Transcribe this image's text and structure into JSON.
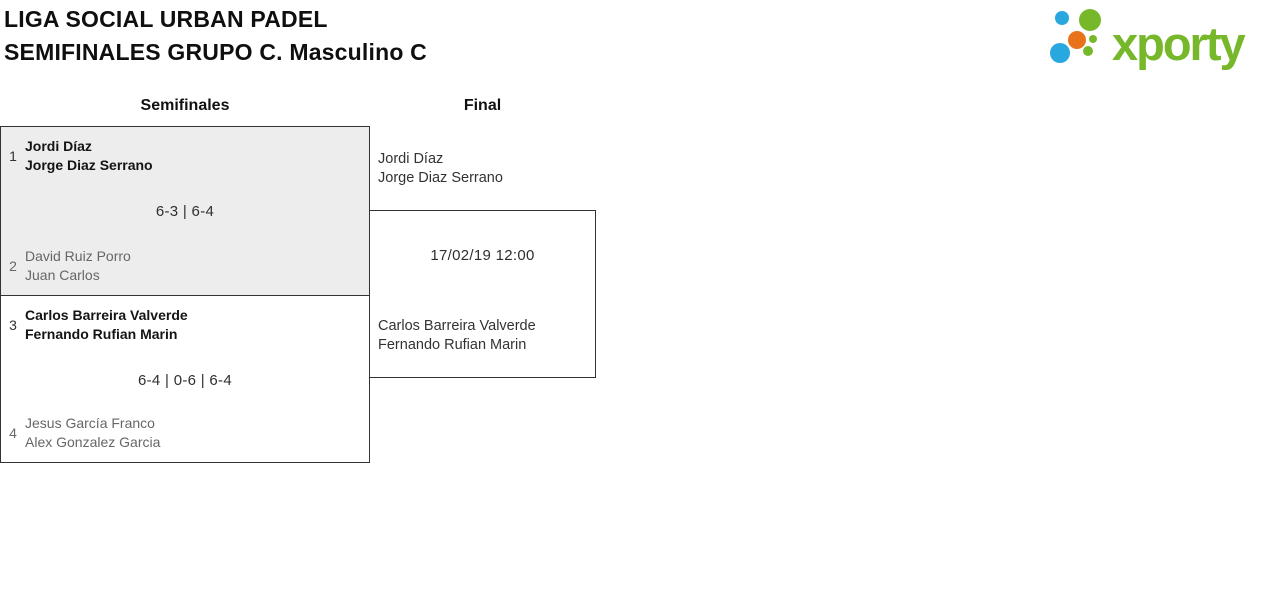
{
  "title": {
    "line1": "LIGA SOCIAL URBAN PADEL",
    "line2": "SEMIFINALES GRUPO C. Masculino C"
  },
  "logo": {
    "text": "xporty"
  },
  "rounds": {
    "semifinals_label": "Semifinales",
    "final_label": "Final"
  },
  "semifinals": [
    {
      "top": {
        "seed": "1",
        "players": [
          "Jordi Díaz",
          "Jorge Diaz Serrano"
        ]
      },
      "score": "6-3 | 6-4",
      "bottom": {
        "seed": "2",
        "players": [
          "David Ruiz Porro",
          "Juan Carlos"
        ]
      }
    },
    {
      "top": {
        "seed": "3",
        "players": [
          "Carlos Barreira Valverde",
          "Fernando Rufian Marin"
        ]
      },
      "score": "6-4 | 0-6 | 6-4",
      "bottom": {
        "seed": "4",
        "players": [
          "Jesus García Franco",
          "Alex Gonzalez Garcia"
        ]
      }
    }
  ],
  "final": {
    "datetime": "17/02/19 12:00",
    "top_team": [
      "Jordi Díaz",
      "Jorge Diaz Serrano"
    ],
    "bottom_team": [
      "Carlos Barreira Valverde",
      "Fernando Rufian Marin"
    ]
  },
  "colors": {
    "logo_green": "#76b82a",
    "logo_blue": "#29a8e0",
    "logo_orange": "#e8731a",
    "box_alt_bg": "#ededed",
    "box_border": "#333333",
    "winner_text": "#141414",
    "loser_text": "#666666",
    "body_text": "#2f2f2f"
  }
}
